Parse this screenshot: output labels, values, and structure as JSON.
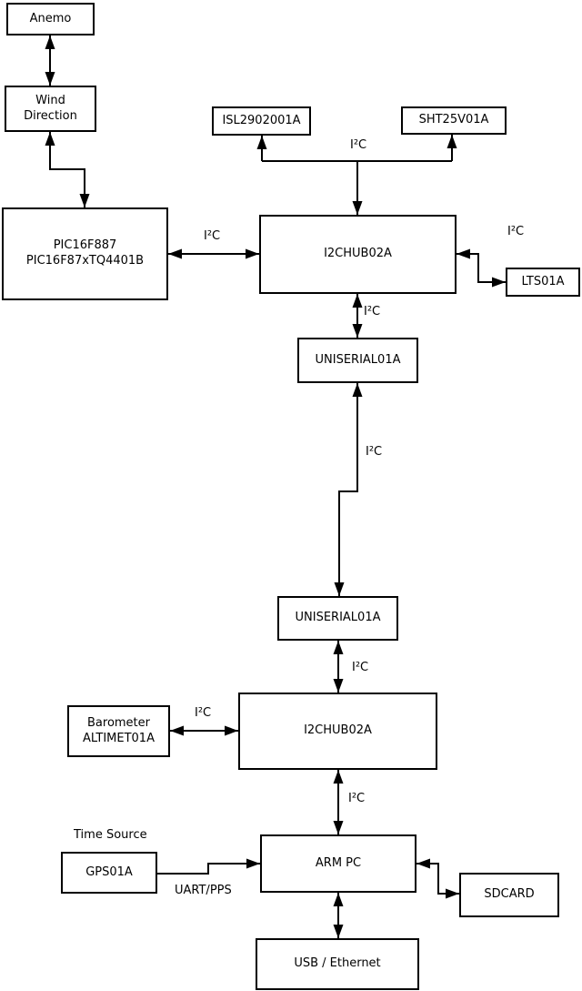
{
  "colors": {
    "line": "#000000",
    "box_fill": "#ffffff",
    "background": "#ffffff",
    "text": "#000000"
  },
  "nodes": {
    "anemo": {
      "label": "Anemo"
    },
    "wind": {
      "label": "Wind\nDirection"
    },
    "pic": {
      "label": "PIC16F887\nPIC16F87xTQ4401B"
    },
    "isl": {
      "label": "ISL2902001A"
    },
    "sht": {
      "label": "SHT25V01A"
    },
    "hub1": {
      "label": "I2CHUB02A"
    },
    "lts": {
      "label": "LTS01A"
    },
    "uniserial1": {
      "label": "UNISERIAL01A"
    },
    "uniserial2": {
      "label": "UNISERIAL01A"
    },
    "hub2": {
      "label": "I2CHUB02A"
    },
    "barometer": {
      "label": "Barometer\nALTIMET01A"
    },
    "arm_pc": {
      "label": "ARM PC"
    },
    "gps": {
      "label": "GPS01A"
    },
    "sdcard": {
      "label": "SDCARD"
    },
    "usb_ethernet": {
      "label": "USB / Ethernet"
    }
  },
  "edges": [
    {
      "from": "anemo",
      "to": "wind",
      "label": "",
      "bidirectional": true
    },
    {
      "from": "wind",
      "to": "pic",
      "label": "",
      "bidirectional": true
    },
    {
      "from": "pic",
      "to": "hub1",
      "label": "I²C",
      "bidirectional": true
    },
    {
      "from": "hub1",
      "to": "isl_and_sht",
      "label": "I²C",
      "bidirectional": true
    },
    {
      "from": "hub1",
      "to": "lts",
      "label": "I²C",
      "bidirectional": true
    },
    {
      "from": "hub1",
      "to": "uniserial1",
      "label": "I²C",
      "bidirectional": true
    },
    {
      "from": "uniserial1",
      "to": "uniserial2",
      "label": "I²C",
      "bidirectional": true
    },
    {
      "from": "uniserial2",
      "to": "hub2",
      "label": "I²C",
      "bidirectional": true
    },
    {
      "from": "barometer",
      "to": "hub2",
      "label": "I²C",
      "bidirectional": true
    },
    {
      "from": "hub2",
      "to": "arm_pc",
      "label": "I²C",
      "bidirectional": true
    },
    {
      "from": "gps",
      "to": "arm_pc",
      "label": "UART/PPS",
      "bidirectional": false
    },
    {
      "from": "arm_pc",
      "to": "sdcard",
      "label": "",
      "bidirectional": true
    },
    {
      "from": "arm_pc",
      "to": "usb_ethernet",
      "label": "",
      "bidirectional": true
    }
  ],
  "annotations": {
    "time_source": "Time Source"
  }
}
